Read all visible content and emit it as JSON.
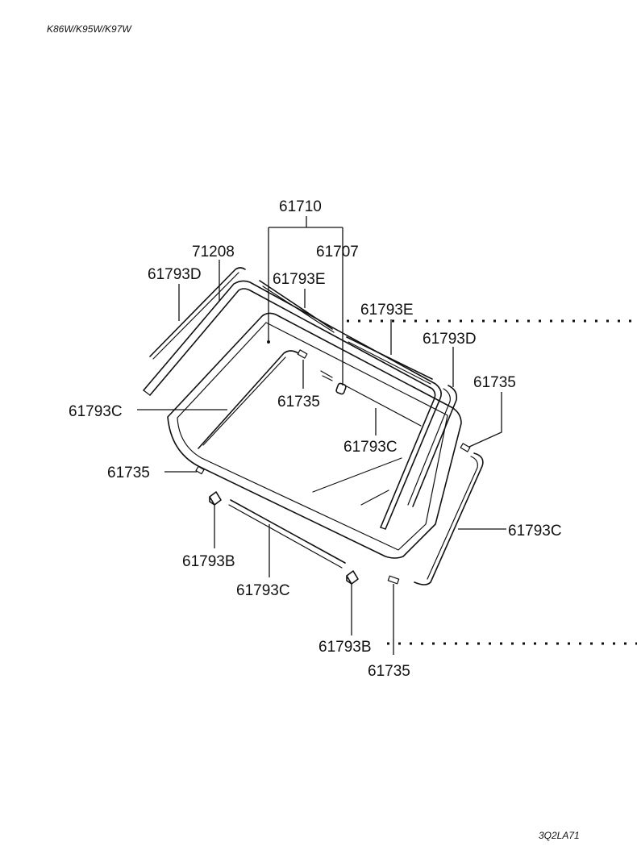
{
  "header": {
    "model_codes": "K86W/K95W/K97W"
  },
  "footer": {
    "drawing_code": "3Q2LA71"
  },
  "labels": {
    "l_61710": "61710",
    "l_71208": "71208",
    "l_61707": "61707",
    "l_61793D_left": "61793D",
    "l_61793E_top": "61793E",
    "l_61793E_right": "61793E",
    "l_61793D_right": "61793D",
    "l_61735_right": "61735",
    "l_61735_center": "61735",
    "l_61793C_left": "61793C",
    "l_61793C_center": "61793C",
    "l_61735_left": "61735",
    "l_61793C_right": "61793C",
    "l_61793B_left": "61793B",
    "l_61793C_bottom": "61793C",
    "l_61793B_bottom": "61793B",
    "l_61735_bottom": "61735"
  }
}
